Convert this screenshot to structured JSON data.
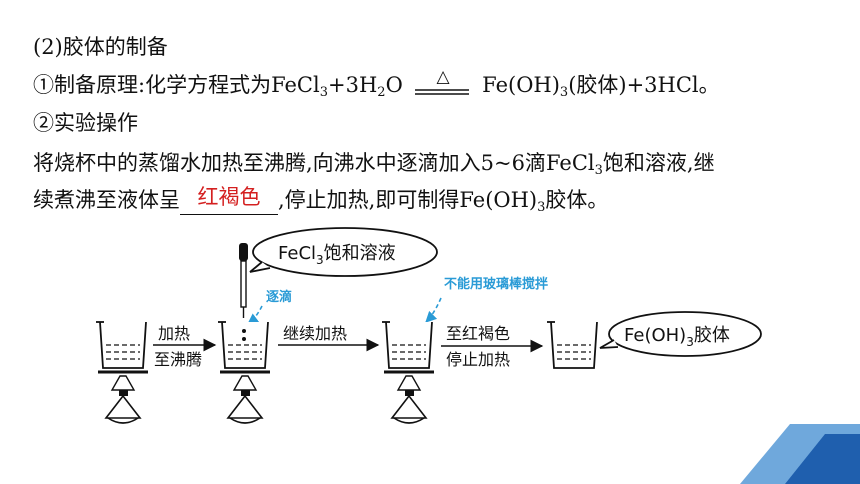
{
  "heading": "(2)胶体的制备",
  "principle": {
    "prefix": "①制备原理:化学方程式为FeCl",
    "sub1": "3",
    "mid1": "+3H",
    "sub2": "2",
    "mid2": "O",
    "heat_symbol": "△",
    "mid3": "Fe(OH)",
    "sub3": "3",
    "suffix": "(胶体)+3HCl。"
  },
  "operation_heading": "②实验操作",
  "paragraph": {
    "line1_a": "将烧杯中的蒸馏水加热至沸腾,向沸水中逐滴加入5~6滴FeCl",
    "line1_sub": "3",
    "line1_b": "饱和溶液,继",
    "line2_a": "续煮沸至液体呈",
    "answer": "红褐色",
    "line2_b": ",停止加热,即可制得Fe(OH)",
    "line2_sub": "3",
    "line2_c": "胶体。"
  },
  "diagram": {
    "reagent_bubble_main": "FeCl",
    "reagent_bubble_sub": "3",
    "reagent_bubble_tail": "饱和溶液",
    "dropwise_note": "逐滴",
    "no_stir_note": "不能用玻璃棒搅拌",
    "step1_top": "加热",
    "step1_bottom": "至沸腾",
    "step2": "继续加热",
    "step3_top": "至红褐色",
    "step3_bottom": "停止加热",
    "product_main": "Fe(OH)",
    "product_sub": "3",
    "product_tail": "胶体"
  },
  "colors": {
    "answer": "#d42020",
    "note": "#2a9bd6",
    "corner_dark": "#1f5fae",
    "corner_light": "#6fa8dc"
  }
}
